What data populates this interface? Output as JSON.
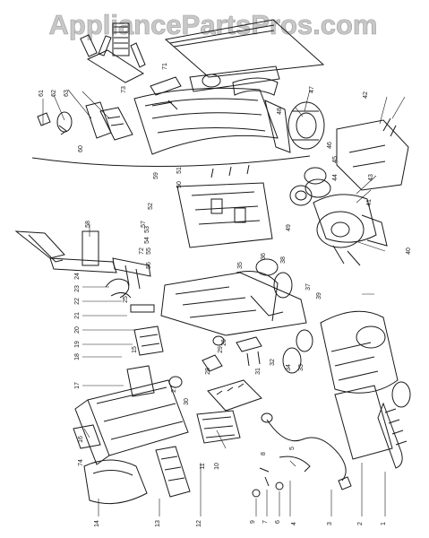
{
  "watermark": "AppliancePartsPros.com",
  "part_numbers": [
    "1",
    "2",
    "3",
    "4",
    "5",
    "6",
    "7",
    "8",
    "9",
    "10",
    "11",
    "12",
    "13",
    "14",
    "15",
    "16",
    "17",
    "18",
    "19",
    "20",
    "21",
    "22",
    "23",
    "24",
    "25",
    "26",
    "27",
    "28",
    "29",
    "30",
    "31",
    "32",
    "33",
    "34",
    "35",
    "36",
    "37",
    "38",
    "39",
    "40",
    "41",
    "42",
    "43",
    "44",
    "45",
    "46",
    "47",
    "48",
    "49",
    "50",
    "51",
    "52",
    "53",
    "54",
    "55",
    "56",
    "57",
    "58",
    "59",
    "60",
    "61",
    "62",
    "63",
    "71",
    "72",
    "73",
    "74"
  ],
  "colors": {
    "ink": "#1a1a1a",
    "watermark": "#c8c8c8",
    "background": "#ffffff"
  }
}
